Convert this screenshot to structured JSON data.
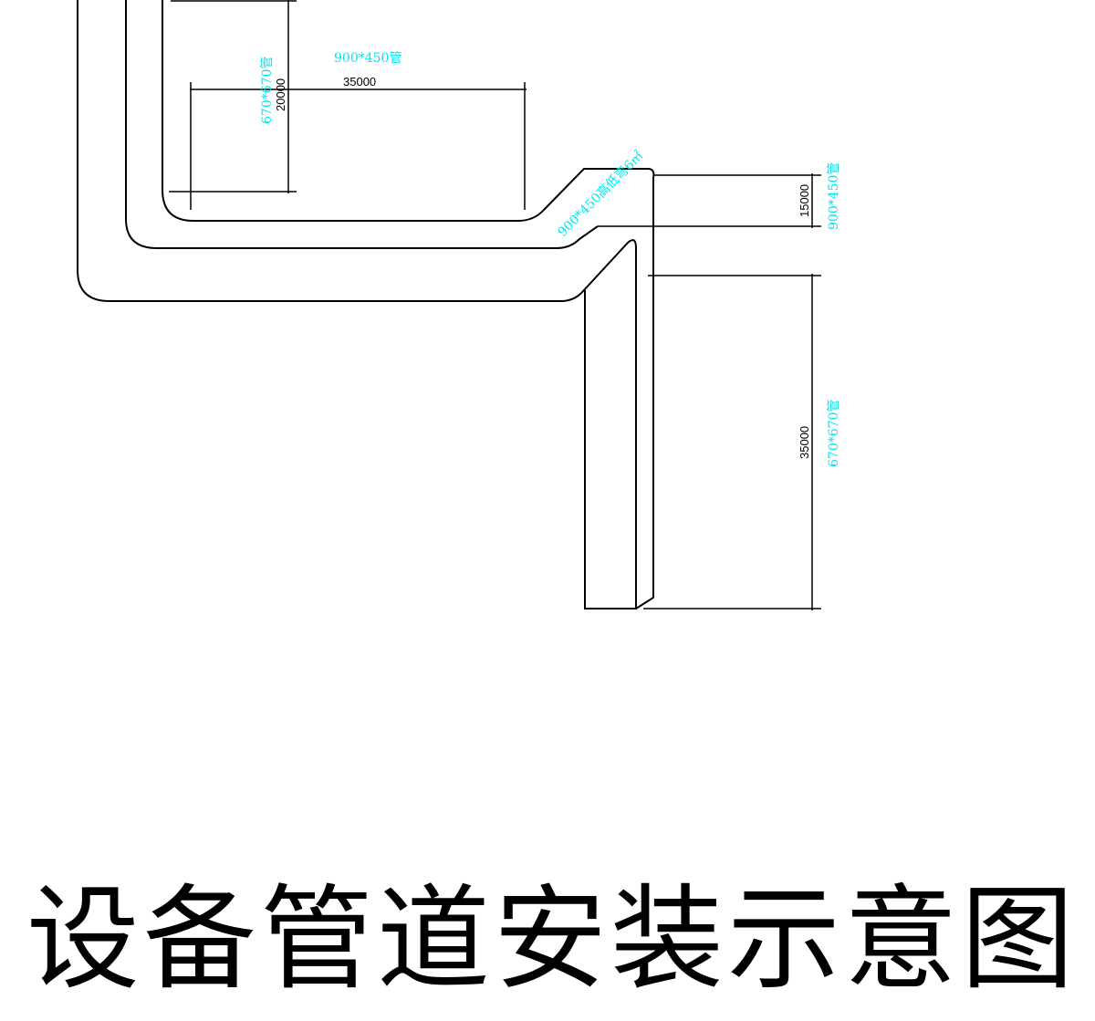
{
  "title": "设备管道安装示意图",
  "dimensions": {
    "top_horizontal": "35000",
    "top_vertical": "20000",
    "right_upper": "15000",
    "right_lower": "35000"
  },
  "pipe_labels": {
    "top_duct": "900*450管",
    "left_duct": "670*670管",
    "bend": "900*450高低弯6㎡",
    "right_upper_duct": "900*450管",
    "right_lower_duct": "670*670管"
  },
  "colors": {
    "label": "#00e5ee",
    "line": "#000000"
  }
}
